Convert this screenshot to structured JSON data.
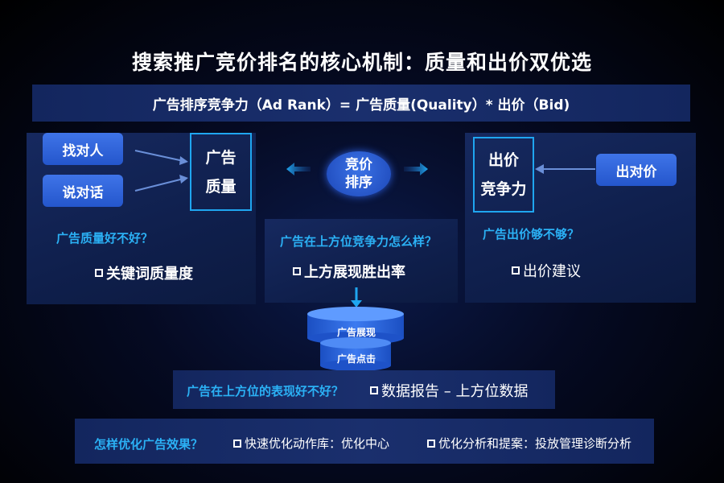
{
  "title": "搜索推广竞价排名的核心机制：质量和出价双优选",
  "formula": "广告排序竞争力（Ad Rank）= 广告质量(Quality）* 出价（Bid)",
  "left_panel": {
    "button_1": "找对人",
    "button_2": "说对话",
    "box_line_1": "广告",
    "box_line_2": "质量",
    "question": "广告质量好不好？",
    "item": "关键词质量度"
  },
  "center": {
    "circle_line_1": "竞价",
    "circle_line_2": "排序",
    "question": "广告在上方位竞争力怎么样？",
    "item": "上方展现胜出率",
    "funnel_top": "广告展现",
    "funnel_bottom": "广告点击"
  },
  "right_panel": {
    "box_line_1": "出价",
    "box_line_2": "竞争力",
    "button": "出对价",
    "question": "广告出价够不够？",
    "item": "出价建议"
  },
  "bottom_bar_1": {
    "question": "广告在上方位的表现好不好？",
    "item": "数据报告 – 上方位数据"
  },
  "bottom_bar_2": {
    "question": "怎样优化广告效果？",
    "item_1": "快速优化动作库：优化中心",
    "item_2": "优化分析和提案：投放管理诊断分析"
  },
  "colors": {
    "accent_blue": "#2bb1f5",
    "button_blue": "#2f63dc",
    "panel_bg": "#132663"
  }
}
